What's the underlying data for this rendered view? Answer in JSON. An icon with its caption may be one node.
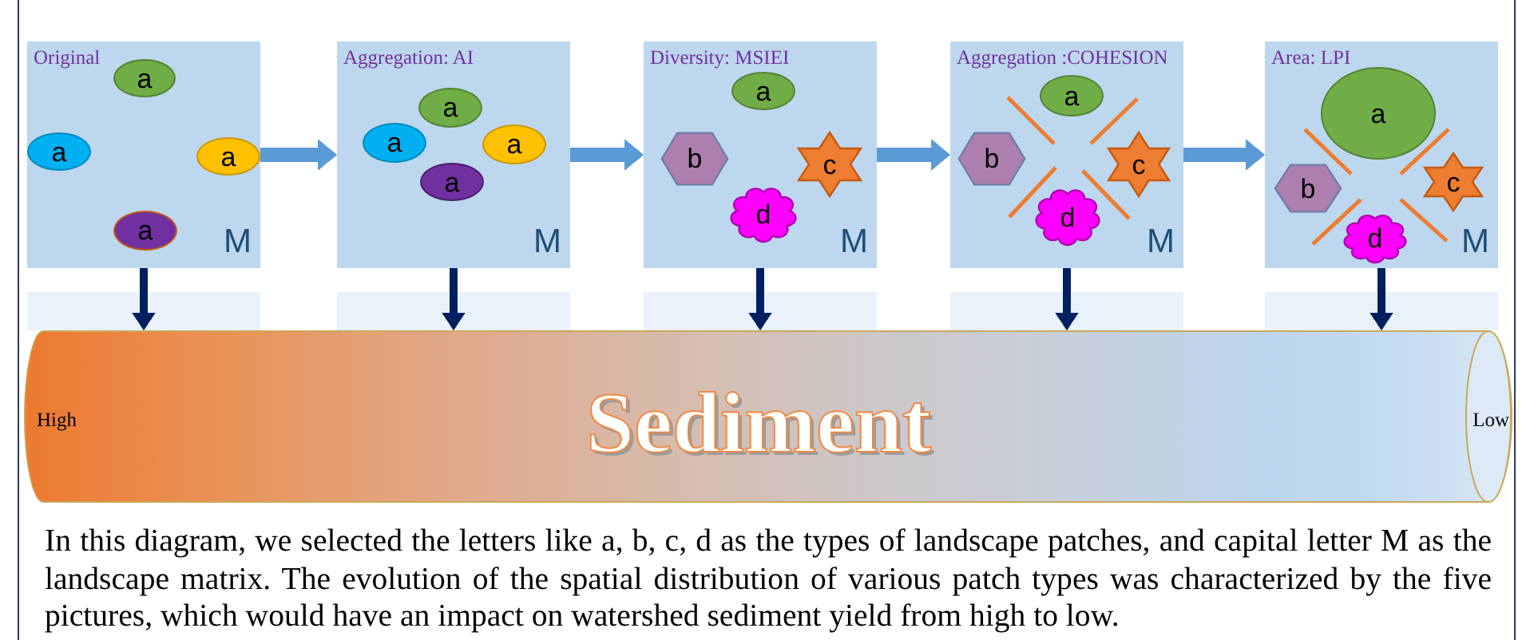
{
  "diagram": {
    "caption": "In this diagram, we selected the letters like a, b, c, d as the types of landscape patches, and capital letter M as the landscape matrix. The evolution of the spatial distribution of various patch types was characterized by the five pictures, which would have an impact on watershed sediment yield from high to low.",
    "nodes": [
      {
        "text": [
          "Original",
          "M"
        ]
      },
      {
        "text": [
          "a"
        ],
        "in": 0
      },
      {
        "text": [
          "a"
        ],
        "in": 0
      },
      {
        "text": [
          "a"
        ],
        "in": 0
      },
      {
        "text": [
          "a"
        ],
        "in": 0
      },
      {
        "text": [
          "Aggregation: AI",
          "M"
        ]
      },
      {
        "text": [
          "a"
        ],
        "in": 5
      },
      {
        "text": [
          "a"
        ],
        "in": 5
      },
      {
        "text": [
          "a"
        ],
        "in": 5
      },
      {
        "text": [
          "a"
        ],
        "in": 5
      },
      {
        "text": [
          "Diversity: MSIEI",
          "M"
        ]
      },
      {
        "text": [
          "a"
        ],
        "in": 10
      },
      {
        "text": [
          "b"
        ],
        "in": 10
      },
      {
        "text": [
          "c"
        ],
        "in": 10
      },
      {
        "text": [
          "d"
        ],
        "in": 10
      },
      {
        "text": [
          "Aggregation :COHESION",
          "M"
        ]
      },
      {
        "text": [
          "a"
        ],
        "in": 15
      },
      {
        "text": [
          "b"
        ],
        "in": 15
      },
      {
        "text": [
          "c"
        ],
        "in": 15
      },
      {
        "text": [
          "d"
        ],
        "in": 15
      },
      {
        "text": [
          "Area: LPI",
          "M"
        ]
      },
      {
        "text": [
          "a"
        ],
        "in": 20
      },
      {
        "text": [
          "b"
        ],
        "in": 20
      },
      {
        "text": [
          "c"
        ],
        "in": 20
      },
      {
        "text": [
          "d"
        ],
        "in": 20
      },
      {
        "text": [
          "High",
          "Sediment",
          "Low"
        ]
      }
    ],
    "edges": [
      {
        "from": 0,
        "to": 5,
        "arrow": "to",
        "style": "thick",
        "color": "#5b9bd5"
      },
      {
        "from": 5,
        "to": 10,
        "arrow": "to",
        "style": "thick",
        "color": "#5b9bd5"
      },
      {
        "from": 10,
        "to": 15,
        "arrow": "to",
        "style": "thick",
        "color": "#5b9bd5"
      },
      {
        "from": 15,
        "to": 20,
        "arrow": "to",
        "style": "thick",
        "color": "#5b9bd5"
      },
      {
        "from": 0,
        "to": 25,
        "arrow": "to"
      },
      {
        "from": 5,
        "to": 25,
        "arrow": "to"
      },
      {
        "from": 10,
        "to": 25,
        "arrow": "to"
      },
      {
        "from": 15,
        "to": 25,
        "arrow": "to"
      },
      {
        "from": 20,
        "to": 25,
        "arrow": "to"
      }
    ]
  }
}
